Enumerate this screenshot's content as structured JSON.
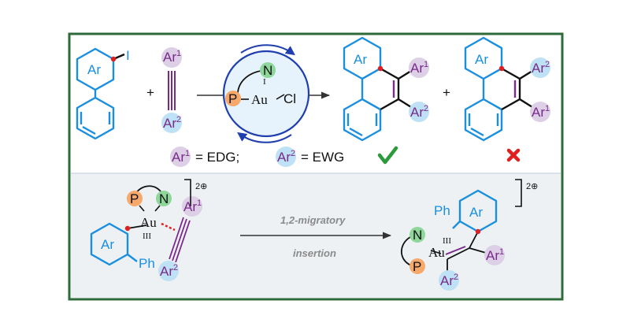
{
  "colors": {
    "frame": "#2e6b3a",
    "lower_panel": "#eef1f4",
    "ring_blue": "#1a8fe0",
    "alkyne_purple": "#7a2a8c",
    "ar1_circle": "#dccfe6",
    "ar2_circle": "#bfe1f5",
    "n_circle": "#8ed69a",
    "p_circle": "#f7a86b",
    "catalyst_fill": "#e6f3fc",
    "catalyst_arrow": "#1f3fae",
    "check_green": "#2a9a3a",
    "cross_red": "#e02020",
    "reactive_dot": "#e02020",
    "arrow": "#333333"
  },
  "labels": {
    "ar": "Ar",
    "i": "I",
    "plus": "+",
    "ar1_base": "Ar",
    "ar1_sup": "1",
    "ar2_base": "Ar",
    "ar2_sup": "2",
    "n": "N",
    "p": "P",
    "au": "Au",
    "cl": "Cl",
    "au_ox1": "I",
    "au_ox3": "III",
    "ph": "Ph",
    "charge_sup": "2⊕"
  },
  "legend": {
    "eq_edg": "= EDG;",
    "eq_ewg": "= EWG"
  },
  "outcomes": {
    "favored_icon": "check-icon",
    "disfavored_icon": "cross-icon"
  },
  "step": {
    "line1": "1,2-migratory",
    "line2": "insertion"
  }
}
